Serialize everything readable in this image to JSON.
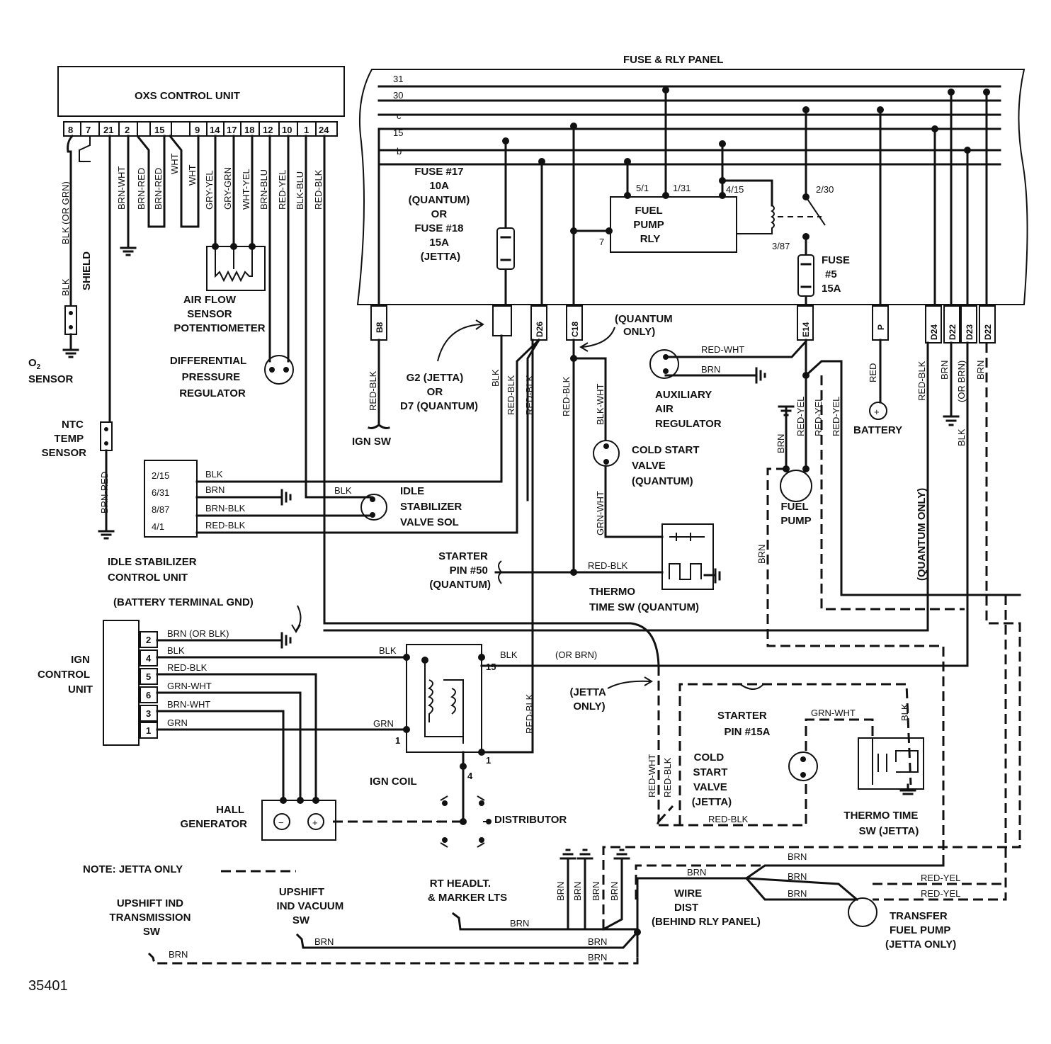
{
  "labels": {
    "fuse_rly_panel": "FUSE & RLY PANEL",
    "oxs_control_unit": "OXS CONTROL UNIT",
    "oxs_pins": [
      "8",
      "7",
      "21",
      "2",
      "15",
      "9",
      "14",
      "17",
      "18",
      "12",
      "10",
      "1",
      "24"
    ],
    "bus_lines": [
      "31",
      "30",
      "c",
      "15",
      "b"
    ],
    "fuse17": [
      "FUSE #17",
      "10A",
      "(QUANTUM)",
      "OR",
      "FUSE #18",
      "15A",
      "(JETTA)"
    ],
    "fuel_pump_rly": [
      "FUEL",
      "PUMP",
      "RLY"
    ],
    "rly_pins": [
      "5/1",
      "1/31",
      "4/15",
      "2/30",
      "3/87",
      "7"
    ],
    "fuse5": [
      "FUSE",
      "#5",
      "15A"
    ],
    "connectors": [
      "B8",
      "D26",
      "C18",
      "E14",
      "P",
      "D24",
      "D22",
      "D23",
      "D22"
    ],
    "air_flow": [
      "AIR FLOW",
      "SENSOR",
      "POTENTIOMETER"
    ],
    "diff_pressure": [
      "DIFFERENTIAL",
      "PRESSURE",
      "REGULATOR"
    ],
    "o2_sensor": [
      "O",
      "SENSOR"
    ],
    "o2_sub": "2",
    "shield": "SHIELD",
    "ntc": [
      "NTC",
      "TEMP",
      "SENSOR"
    ],
    "ign_sw": "IGN SW",
    "g2": [
      "G2 (JETTA)",
      "OR",
      "D7 (QUANTUM)"
    ],
    "quantum_only": [
      "(QUANTUM",
      "ONLY)"
    ],
    "aux_air": [
      "AUXILIARY",
      "AIR",
      "REGULATOR"
    ],
    "battery": "BATTERY",
    "cold_start_q": [
      "COLD START",
      "VALVE",
      "(QUANTUM)"
    ],
    "fuel_pump": [
      "FUEL",
      "PUMP"
    ],
    "idle_stab_unit": [
      "IDLE STABILIZER",
      "CONTROL UNIT"
    ],
    "idle_pins": [
      "2/15",
      "6/31",
      "8/87",
      "4/1"
    ],
    "idle_valve": [
      "IDLE",
      "STABILIZER",
      "VALVE SOL"
    ],
    "starter50": [
      "STARTER",
      "PIN #50",
      "(QUANTUM)"
    ],
    "thermo_q": [
      "THERMO",
      "TIME SW (QUANTUM)"
    ],
    "battery_gnd": "(BATTERY TERMINAL GND)",
    "ign_control": [
      "IGN",
      "CONTROL",
      "UNIT"
    ],
    "ign_pins": [
      "2",
      "4",
      "5",
      "6",
      "3",
      "1"
    ],
    "ign_coil": "IGN COIL",
    "coil_pins": [
      "15",
      "1",
      "1",
      "4"
    ],
    "hall": [
      "HALL",
      "GENERATOR"
    ],
    "distributor": "DISTRIBUTOR",
    "jetta_only": [
      "(JETTA",
      "ONLY)"
    ],
    "starter15a": [
      "STARTER",
      "PIN #15A"
    ],
    "cold_start_j": [
      "COLD",
      "START",
      "VALVE",
      "(JETTA)"
    ],
    "thermo_j": [
      "THERMO TIME",
      "SW (JETTA)"
    ],
    "note": "NOTE:  JETTA ONLY",
    "upshift_trans": [
      "UPSHIFT IND",
      "TRANSMISSION",
      "SW"
    ],
    "upshift_vac": [
      "UPSHIFT",
      "IND VACUUM",
      "SW"
    ],
    "rt_headlt": [
      "RT HEADLT.",
      "& MARKER LTS"
    ],
    "wire_dist": [
      "WIRE",
      "DIST",
      "(BEHIND RLY PANEL)"
    ],
    "transfer_pump": [
      "TRANSFER",
      "FUEL PUMP",
      "(JETTA ONLY)"
    ],
    "quantum_only_v": "(QUANTUM ONLY)",
    "figure_id": "35401"
  },
  "wires": {
    "blk_or_grn": "BLK (OR GRN)",
    "blk": "BLK",
    "brn_wht": "BRN-WHT",
    "brn_red": "BRN-RED",
    "wht": "WHT",
    "gry_yel": "GRY-YEL",
    "gry_grn": "GRY-GRN",
    "wht_yel": "WHT-YEL",
    "brn_blu": "BRN-BLU",
    "red_yel": "RED-YEL",
    "blk_blu": "BLK-BLU",
    "red_blk": "RED-BLK",
    "brn": "BRN",
    "brn_blk": "BRN-BLK",
    "blk_wht": "BLK-WHT",
    "grn_wht": "GRN-WHT",
    "red_wht": "RED-WHT",
    "red": "RED",
    "or_brn": "(OR BRN)",
    "or_brn2": "(OR BRN)",
    "brn_or_blk": "BRN (OR BLK)",
    "grn": "GRN"
  }
}
